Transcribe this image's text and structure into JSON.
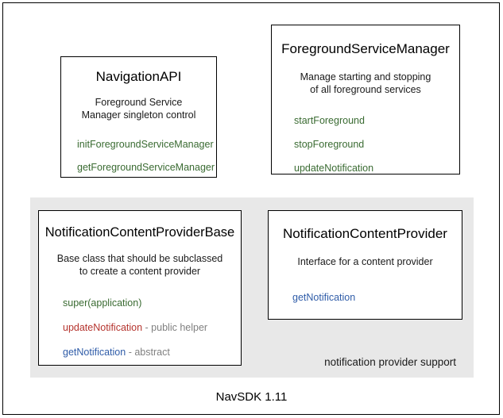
{
  "figure": {
    "caption": "NavSDK 1.11",
    "group_panel_label": "notification provider support",
    "colors": {
      "panel_background": "#E8E8E8",
      "border": "#000000",
      "method_green": "#3A6B32",
      "method_red": "#B5342E",
      "method_blue": "#2F5CA8",
      "note_gray": "#808080"
    }
  },
  "classes": {
    "navigation_api": {
      "title": "NavigationAPI",
      "description_line1": "Foreground Service",
      "description_line2": "Manager singleton control",
      "members": [
        {
          "name": "initForegroundServiceManager",
          "note": "",
          "color": "green"
        },
        {
          "name": "getForegroundServiceManager",
          "note": "",
          "color": "green"
        }
      ]
    },
    "foreground_service_manager": {
      "title": "ForegroundServiceManager",
      "description_line1": "Manage starting and stopping",
      "description_line2": "of all foreground services",
      "members": [
        {
          "name": "startForeground",
          "note": "",
          "color": "green"
        },
        {
          "name": "stopForeground",
          "note": "",
          "color": "green"
        },
        {
          "name": "updateNotification",
          "note": "",
          "color": "green"
        }
      ]
    },
    "notification_content_provider_base": {
      "title": "NotificationContentProviderBase",
      "description_line1": "Base class that should be subclassed",
      "description_line2": "to create a content provider",
      "members": [
        {
          "name": "super(application)",
          "note": "",
          "color": "green"
        },
        {
          "name": "updateNotification",
          "note": " - public helper",
          "color": "red"
        },
        {
          "name": "getNotification",
          "note": " - abstract",
          "color": "blue"
        }
      ]
    },
    "notification_content_provider": {
      "title": "NotificationContentProvider",
      "description_line1": "Interface for a content provider",
      "description_line2": "",
      "members": [
        {
          "name": "getNotification",
          "note": "",
          "color": "blue"
        }
      ]
    }
  }
}
